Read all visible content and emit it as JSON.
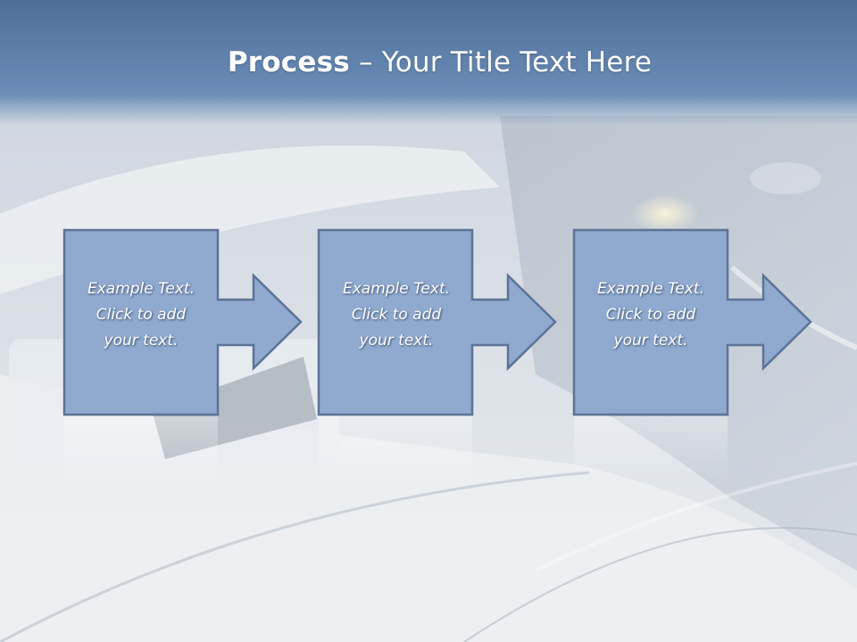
{
  "slide": {
    "title_bold": "Process",
    "title_rest": " – Your Title Text Here"
  },
  "steps": [
    {
      "line1": "Example Text.",
      "line2": "Click  to add",
      "line3": "your text."
    },
    {
      "line1": "Example Text.",
      "line2": "Click  to add",
      "line3": "your text."
    },
    {
      "line1": "Example Text.",
      "line2": "Click  to add",
      "line3": "your text."
    }
  ],
  "colors": {
    "title_band": "#5f82ad",
    "box_fill": "#8fa9cf",
    "box_stroke": "#5d7396",
    "background": "#dfe4ea"
  }
}
